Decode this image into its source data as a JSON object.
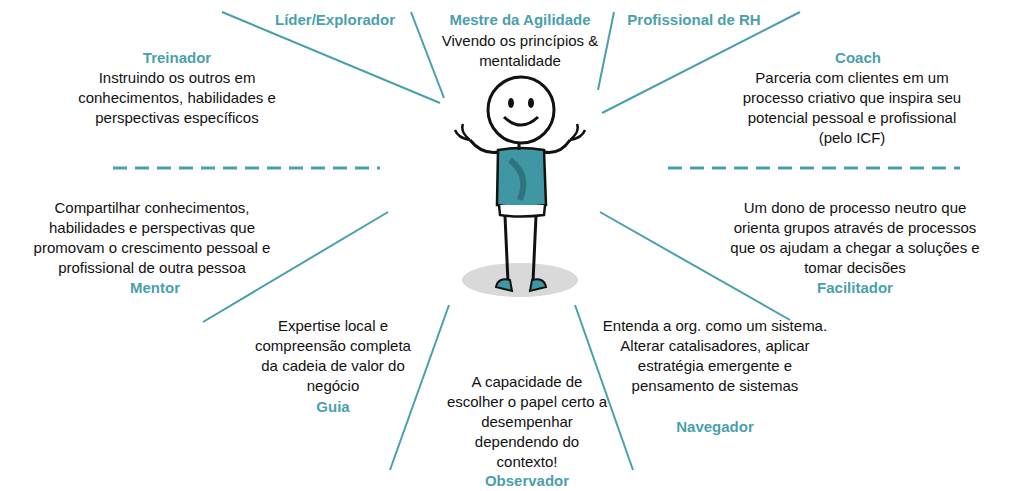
{
  "diagram": {
    "labels": [
      "Líder/Explorador",
      "Mestre da Agilidade",
      "Vivendo os princípios & mentalidade",
      "Profissional de RH",
      "Treinador",
      "Instruindo os outros em conhecimentos, habilidades e perspectivas específicos",
      "Coach",
      "Parceria com clientes em um processo criativo que inspira seu potencial pessoal e profissional (pelo ICF)",
      "Compartilhar conhecimentos, habilidades e perspectivas que promovam o crescimento pessoal e profissional de outra pessoa",
      "Mentor",
      "Um dono de processo neutro que orienta grupos através de processos que os ajudam a chegar a soluções e tomar decisões",
      "Facilitador",
      "Expertise local e compreensão completa da cadeia de valor do negócio",
      "Guia",
      "A capacidade de escolher o papel certo a desempenhar dependendo do contexto!",
      "Observador",
      "Entenda a org. como um sistema. Alterar catalisadores, aplicar estratégia emergente e pensamento de sistemas",
      "Navegador"
    ]
  }
}
